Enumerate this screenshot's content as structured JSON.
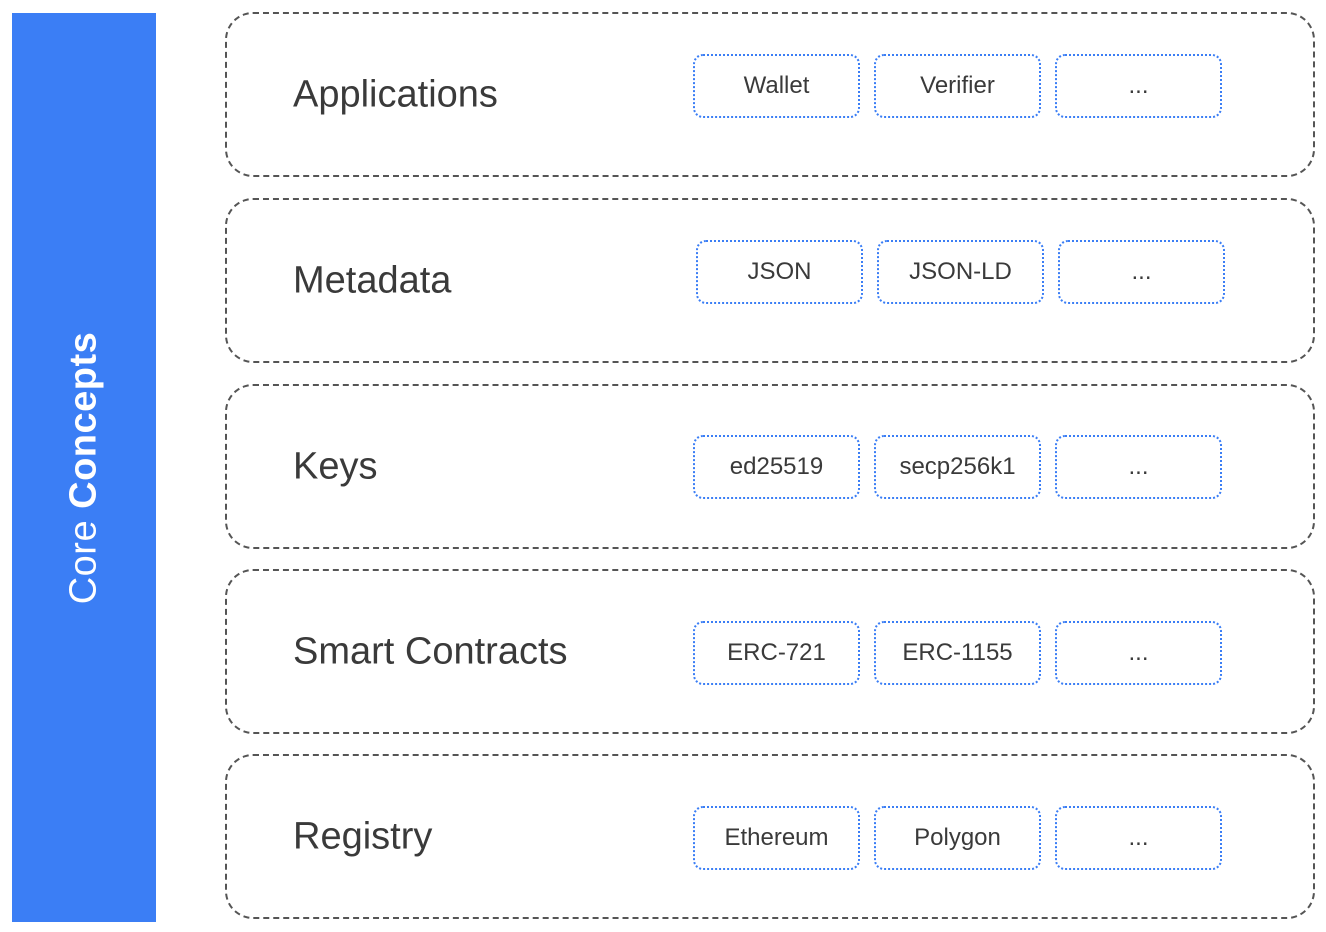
{
  "sidebar": {
    "label_light": "Core",
    "label_bold": "Concepts",
    "color": "#3b7ef5"
  },
  "layers": [
    {
      "title": "Applications",
      "items": [
        "Wallet",
        "Verifier",
        "..."
      ]
    },
    {
      "title": "Metadata",
      "items": [
        "JSON",
        "JSON-LD",
        "..."
      ]
    },
    {
      "title": "Keys",
      "items": [
        "ed25519",
        "secp256k1",
        "..."
      ]
    },
    {
      "title": "Smart Contracts",
      "items": [
        "ERC-721",
        "ERC-1155",
        "..."
      ]
    },
    {
      "title": "Registry",
      "items": [
        "Ethereum",
        "Polygon",
        "..."
      ]
    }
  ]
}
